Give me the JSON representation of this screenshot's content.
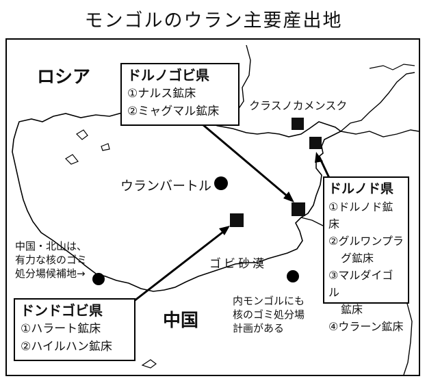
{
  "title": "モンゴルのウラン主要産出地",
  "countries": {
    "russia": "ロシア",
    "china": "中国"
  },
  "places": {
    "ulaanbaatar": "ウランバートル",
    "krasnokamensk": "クラスノカメンスク",
    "gobi": "ゴビ砂漠"
  },
  "boxes": {
    "dornogovi": {
      "header": "ドルノゴビ県",
      "items": [
        "①ナルス鉱床",
        "②ミャグマル鉱床"
      ]
    },
    "dornod": {
      "header": "ドルノド県",
      "lines": [
        "①ドルノド鉱床",
        "②グルワンプラ",
        "グ鉱床",
        "③マルダイゴル",
        "鉱床",
        "④ウラーン鉱床"
      ]
    },
    "dundgovi": {
      "header": "ドンドゴビ県",
      "items": [
        "①ハラート鉱床",
        "②ハイルハン鉱床"
      ]
    }
  },
  "notes": {
    "china_beishan": [
      "中国・北山は、",
      "有力な核のゴミ",
      "処分場候補地→"
    ],
    "inner_mongolia": [
      "内モンゴルにも",
      "核のゴミ処分場",
      "計画がある"
    ]
  },
  "colors": {
    "ink": "#000000",
    "paper": "#ffffff"
  }
}
